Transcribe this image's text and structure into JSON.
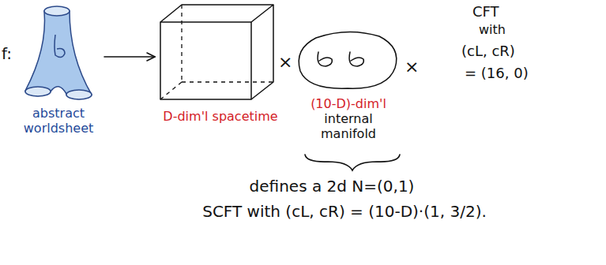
{
  "diagram": {
    "nodes": [
      {
        "text": [
          "abstract worldsheet"
        ]
      },
      {
        "text": [
          "D-dim'l spacetime"
        ]
      },
      {
        "text": [
          "(10-D)-dim'l",
          "internal manifold"
        ]
      }
    ],
    "edges": [
      {
        "from": 0,
        "to": 1,
        "arrow": "to"
      }
    ],
    "labels": [
      "f:",
      "×",
      "×",
      "CFT",
      "with",
      "(cL, cR)",
      "= (16, 0)",
      "defines a 2d N=(0,1)",
      "SCFT with (cL, cR) = (10-D)·(1, 3/2)."
    ]
  }
}
